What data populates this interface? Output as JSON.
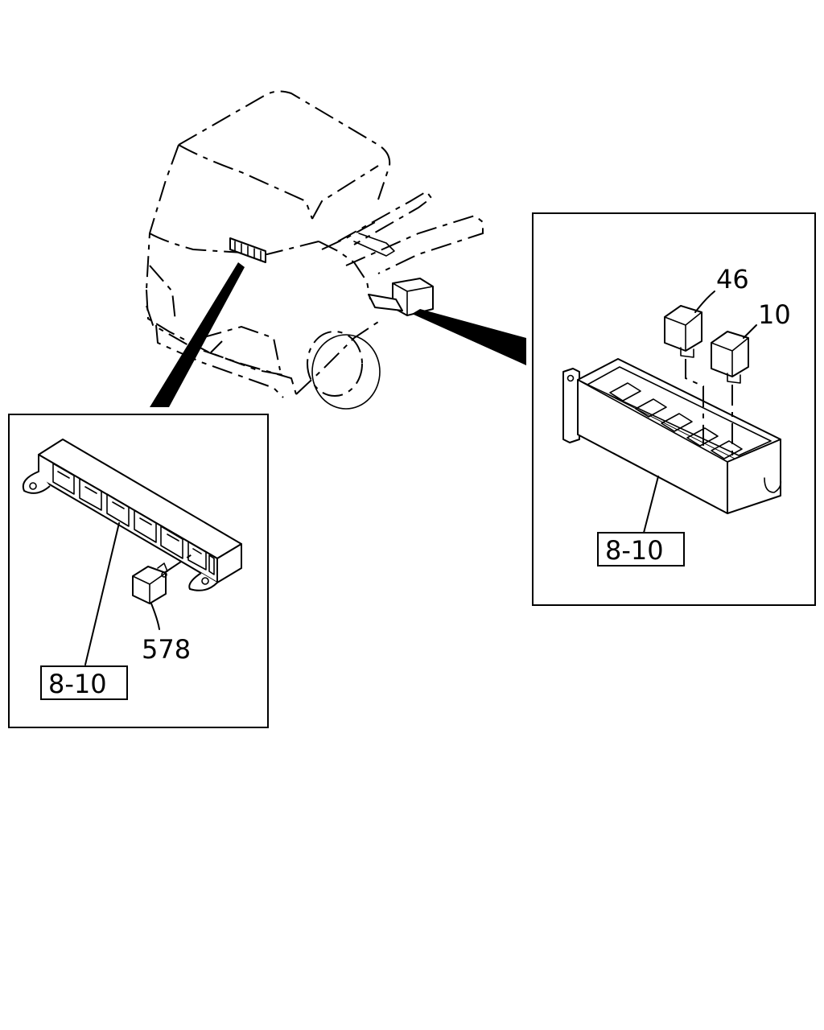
{
  "callouts": {
    "left_relay": "578",
    "right_relay_a": "46",
    "right_relay_b": "10"
  },
  "references": {
    "left_panel": "8-10",
    "right_panel": "8-10"
  },
  "colors": {
    "line": "#000000",
    "background": "#ffffff"
  }
}
